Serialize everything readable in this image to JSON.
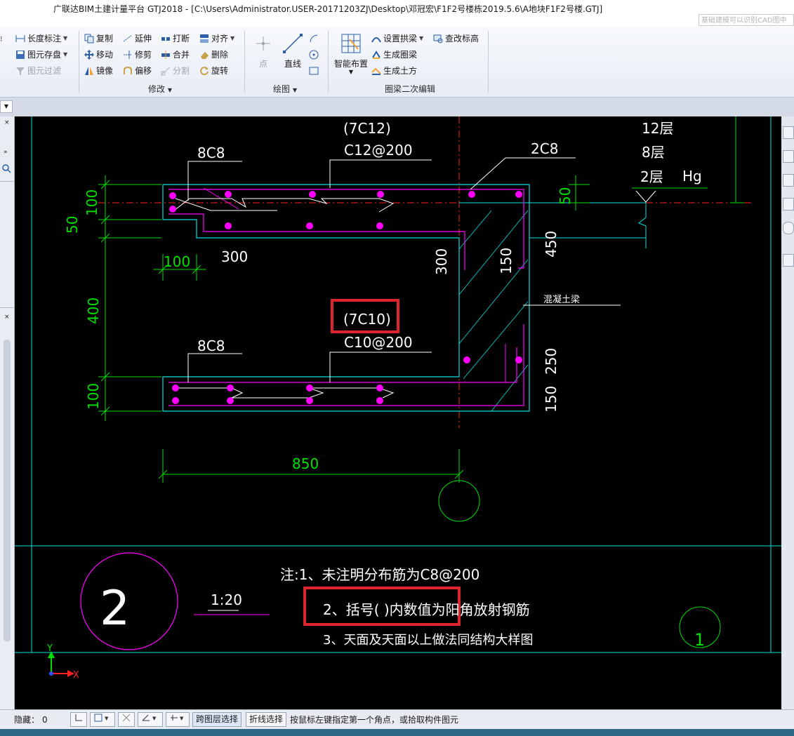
{
  "window": {
    "title": "广联达BIM土建计量平台 GTJ2018 - [C:\\Users\\Administrator.USER-20171203ZJ\\Desktop\\邓冠宏\\F1F2号楼栋2019.5.6\\A地块F1F2号楼.GTJ]",
    "cad_search_placeholder": "基础建模可以识别CAD图中"
  },
  "ribbon": {
    "left_group": {
      "length_dim": "长度标注",
      "save_element": "图元存盘",
      "filter_element": "图元过滤"
    },
    "modify": {
      "label": "修改",
      "copy": "复制",
      "extend": "延伸",
      "break": "打断",
      "align": "对齐",
      "move": "移动",
      "trim": "修剪",
      "merge": "合并",
      "delete": "删除",
      "mirror": "镜像",
      "offset": "偏移",
      "split": "分割",
      "rotate": "旋转"
    },
    "draw": {
      "label": "绘图",
      "point": "点",
      "line": "直线"
    },
    "ring_beam": {
      "label": "圈梁二次编辑",
      "smart_layout": "智能布置",
      "set_arch_beam": "设置拱梁",
      "check_elevation": "查改标高",
      "gen_ring_beam": "生成圈梁",
      "gen_earthwork": "生成土方"
    }
  },
  "drawing": {
    "top_bracket": "(7C12)",
    "top_spacing": "C12@200",
    "top_left_bars": "8C8",
    "top_right_bars": "2C8",
    "floor_12": "12层",
    "floor_8": "8层",
    "floor_2": "2层",
    "hg": "Hg",
    "dim_100_a": "100",
    "dim_50_left": "50",
    "dim_100_h": "100",
    "dim_300_a": "300",
    "dim_300_b": "300",
    "dim_150_a": "150",
    "dim_450": "450",
    "dim_50_right": "50",
    "dim_400": "400",
    "concrete_beam": "混凝土梁",
    "bottom_bracket": "(7C10)",
    "bottom_spacing": "C10@200",
    "bottom_left_bars": "8C8",
    "dim_250": "250",
    "dim_100_b": "100",
    "dim_150_b": "150",
    "dim_850": "850",
    "detail_number": "2",
    "scale": "1:20",
    "note_1": "注:1、未注明分布筋为C8@200",
    "note_2": "2、括号( )内数值为阳角放射钢筋",
    "note_3": "3、天面及天面以上做法同结构大样图",
    "axis_label": "1",
    "ucs_y": "Y",
    "ucs_x": "X"
  },
  "status": {
    "hidden_label": "隐藏：",
    "hidden_count": "0",
    "cross_layer": "跨图层选择",
    "polyline_select": "折线选择",
    "prompt": "按鼠标左键指定第一个角点，或拾取构件图元"
  },
  "colors": {
    "green": "#00e000",
    "cyan": "#00e0e0",
    "magenta": "#ff00ff",
    "white": "#ffffff",
    "red": "#ff2020",
    "highlight": "#e0242c"
  }
}
